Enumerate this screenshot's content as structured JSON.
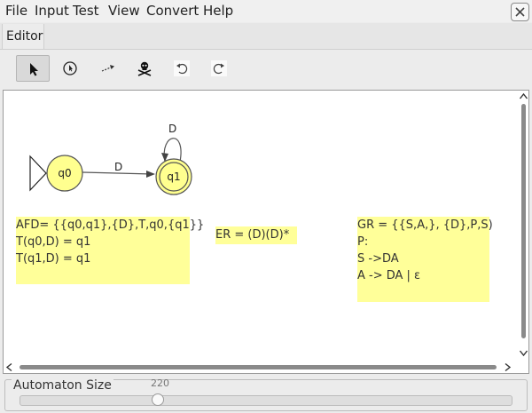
{
  "menu": {
    "file": "File",
    "input": "Input",
    "test": "Test",
    "view": "View",
    "convert": "Convert",
    "help": "Help"
  },
  "tabs": {
    "editor": "Editor"
  },
  "toolbar": {
    "tools": [
      "attribute-editor",
      "state-creator",
      "transition-creator",
      "deleter",
      "undo",
      "redo"
    ],
    "selected": "attribute-editor"
  },
  "automaton": {
    "states": [
      {
        "name": "q0",
        "initial": true,
        "final": false
      },
      {
        "name": "q1",
        "initial": false,
        "final": true
      }
    ],
    "transitions": [
      {
        "from": "q0",
        "to": "q1",
        "label": "D"
      },
      {
        "from": "q1",
        "to": "q1",
        "label": "D"
      }
    ]
  },
  "notes": {
    "afd": [
      "AFD= {{q0,q1},{D},T,q0,{q1}}",
      "",
      "T(q0,D) = q1",
      "T(q1,D) = q1"
    ],
    "er": [
      "ER = (D)(D)*"
    ],
    "gr": [
      "GR = {{S,A,}, {D},P,S)",
      "",
      "P:",
      "S ->DA",
      "A -> DA | ε"
    ]
  },
  "size_panel": {
    "label": "Automaton Size",
    "value": "220"
  },
  "colors": {
    "state_fill": "#ffff8f",
    "note_fill": "#ffff99",
    "canvas_bg": "#ffffff"
  }
}
